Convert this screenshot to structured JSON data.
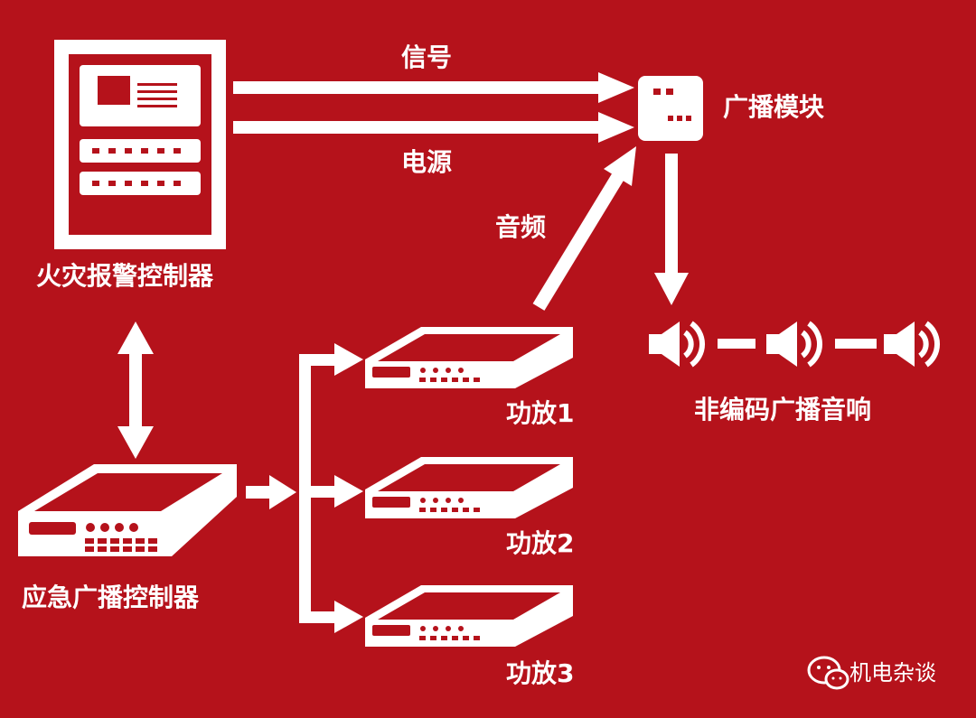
{
  "labels": {
    "signal": "信号",
    "power": "电源",
    "audio": "音频",
    "broadcast_module": "广播模块",
    "fire_alarm_controller": "火灾报警控制器",
    "emergency_broadcast_controller": "应急广播控制器",
    "amp1": "功放1",
    "amp2": "功放2",
    "amp3": "功放3",
    "speakers": "非编码广播音响",
    "watermark": "机电杂谈"
  },
  "colors": {
    "background": "#b5121b",
    "foreground": "#ffffff"
  },
  "icons": [
    "fire-alarm-panel-icon",
    "broadcast-module-icon",
    "amplifier-icon",
    "speaker-icon",
    "wechat-icon"
  ]
}
